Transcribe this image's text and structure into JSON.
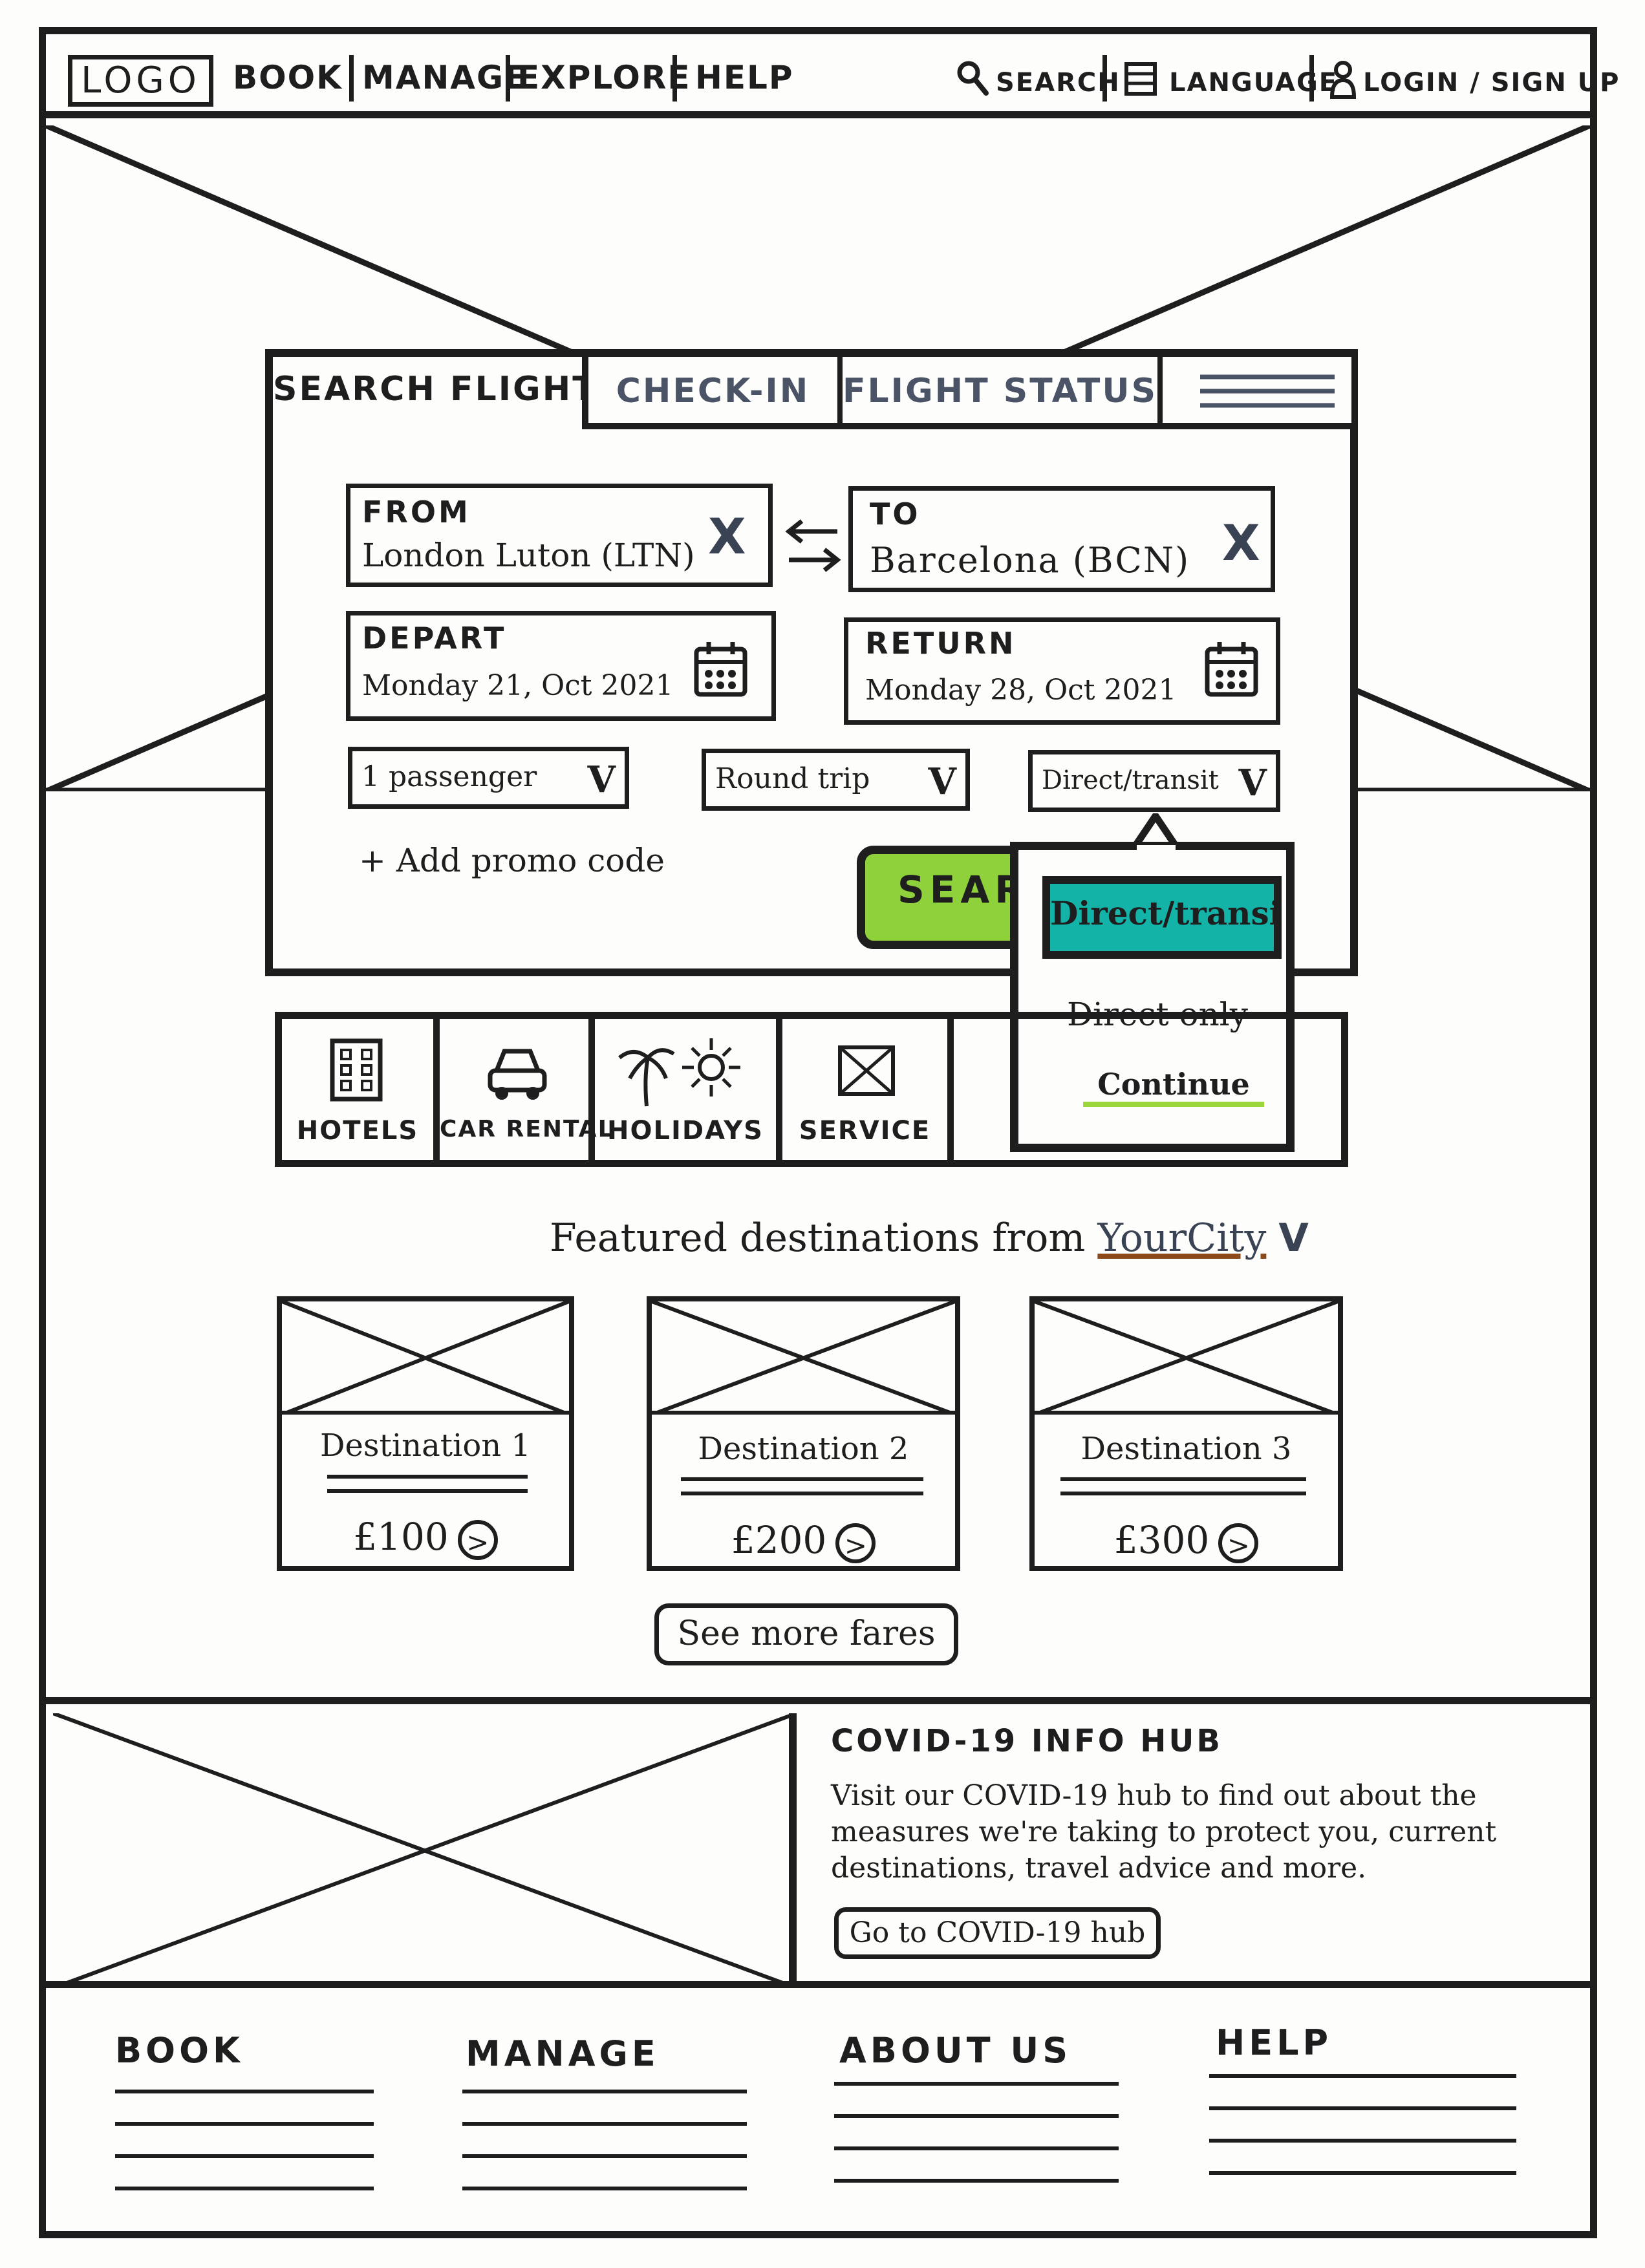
{
  "nav": {
    "logo": "LOGO",
    "items": [
      "BOOK",
      "MANAGE",
      "EXPLORE",
      "HELP"
    ],
    "search": "SEARCH",
    "language": "LANGUAGE",
    "login": "LOGIN / SIGN UP"
  },
  "tabs": {
    "search_flights": "SEARCH FLIGHTS",
    "check_in": "CHECK-IN",
    "flight_status": "FLIGHT STATUS"
  },
  "form": {
    "from_label": "FROM",
    "from_value": "London Luton (LTN)",
    "to_label": "TO",
    "to_value": "Barcelona (BCN)",
    "clear": "X",
    "depart_label": "DEPART",
    "depart_value": "Monday 21, Oct 2021",
    "return_label": "RETURN",
    "return_value": "Monday 28, Oct 2021",
    "passengers": "1 passenger",
    "trip_type": "Round trip",
    "stops": "Direct/transit",
    "chevron": "V",
    "promo": "+ Add promo code",
    "search_button": "SEARCH"
  },
  "dropdown": {
    "selected": "Direct/transit",
    "option": "Direct only",
    "continue": "Continue"
  },
  "services": [
    {
      "label": "HOTELS",
      "icon": "hotel-icon"
    },
    {
      "label": "CAR RENTAL",
      "icon": "car-icon"
    },
    {
      "label": "HOLIDAYS",
      "icon": "palm-sun-icon"
    },
    {
      "label": "SERVICE",
      "icon": "image-placeholder-icon"
    }
  ],
  "featured": {
    "prefix": "Featured destinations from",
    "city": "YourCity",
    "chevron": "V",
    "cards": [
      {
        "name": "Destination 1",
        "price": "£100"
      },
      {
        "name": "Destination 2",
        "price": "£200"
      },
      {
        "name": "Destination 3",
        "price": "£300"
      }
    ],
    "arrow": ">",
    "more": "See more fares"
  },
  "covid": {
    "title": "COVID-19 INFO HUB",
    "text": "Visit our COVID-19 hub to find out about the measures we're taking to protect you, current destinations, travel advice and more.",
    "button": "Go to COVID-19 hub"
  },
  "footer": {
    "columns": [
      "BOOK",
      "MANAGE",
      "ABOUT US",
      "HELP"
    ]
  },
  "colors": {
    "ink": "#1e1e1e",
    "search_button": "#8ed13a",
    "dropdown_selected": "#14b3a8",
    "continue_underline": "#9ad63c",
    "city_underline": "#8b4a1c",
    "muted_text": "#4a5466"
  }
}
